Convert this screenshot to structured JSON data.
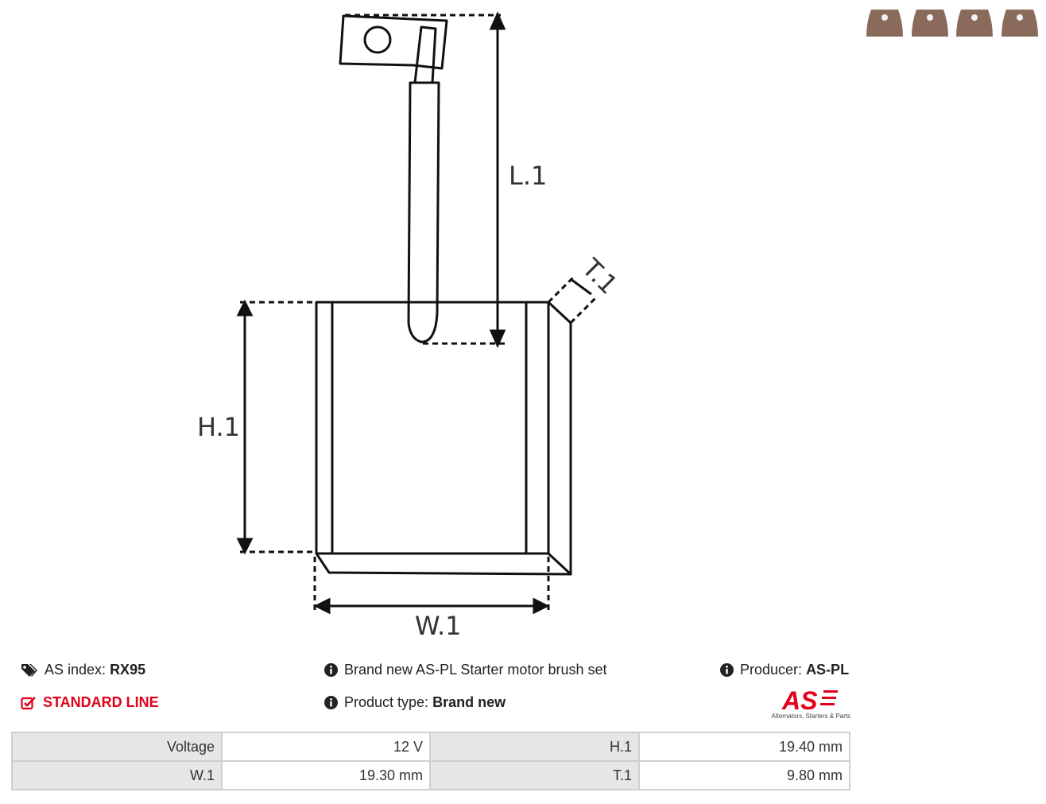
{
  "diagram": {
    "labels": {
      "l1": "L.1",
      "h1": "H.1",
      "w1": "W.1",
      "t1": "T.1"
    }
  },
  "thumbnails": [
    {
      "name": "brush-photo-1"
    },
    {
      "name": "brush-photo-2"
    },
    {
      "name": "brush-photo-3"
    },
    {
      "name": "brush-photo-4"
    }
  ],
  "product": {
    "as_index_label": "AS index:",
    "as_index_value": "RX95",
    "line": "STANDARD LINE",
    "description": "Brand new AS-PL Starter motor brush set",
    "type_label": "Product type:",
    "type_value": "Brand new",
    "producer_label": "Producer:",
    "producer_value": "AS-PL"
  },
  "logo": {
    "mark": "AS",
    "tagline": "Alternators, Starters & Parts"
  },
  "specs": [
    {
      "k1": "Voltage",
      "v1": "12 V",
      "k2": "H.1",
      "v2": "19.40 mm"
    },
    {
      "k1": "W.1",
      "v1": "19.30 mm",
      "k2": "T.1",
      "v2": "9.80 mm"
    }
  ],
  "colors": {
    "accent": "#e2001a",
    "table_header": "#e6e6e6",
    "thumb": "#8a6a5a"
  },
  "icons": [
    "tags-icon",
    "checkbox-icon",
    "info-icon"
  ]
}
